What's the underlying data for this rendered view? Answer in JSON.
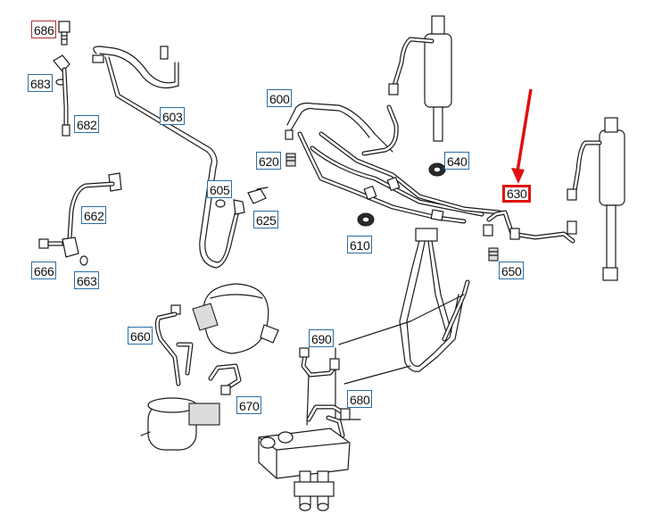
{
  "labels": {
    "p686": "686",
    "p683": "683",
    "p682": "682",
    "p603": "603",
    "p600": "600",
    "p620": "620",
    "p640": "640",
    "p605": "605",
    "p625": "625",
    "p630": "630",
    "p662": "662",
    "p610": "610",
    "p650": "650",
    "p666": "666",
    "p663": "663",
    "p660": "660",
    "p690": "690",
    "p670": "670",
    "p680": "680"
  },
  "highlighted_part": "630",
  "colors": {
    "label_border": "#2a6fa8",
    "highlight": "#e01010",
    "line": "#1a1a1a"
  }
}
